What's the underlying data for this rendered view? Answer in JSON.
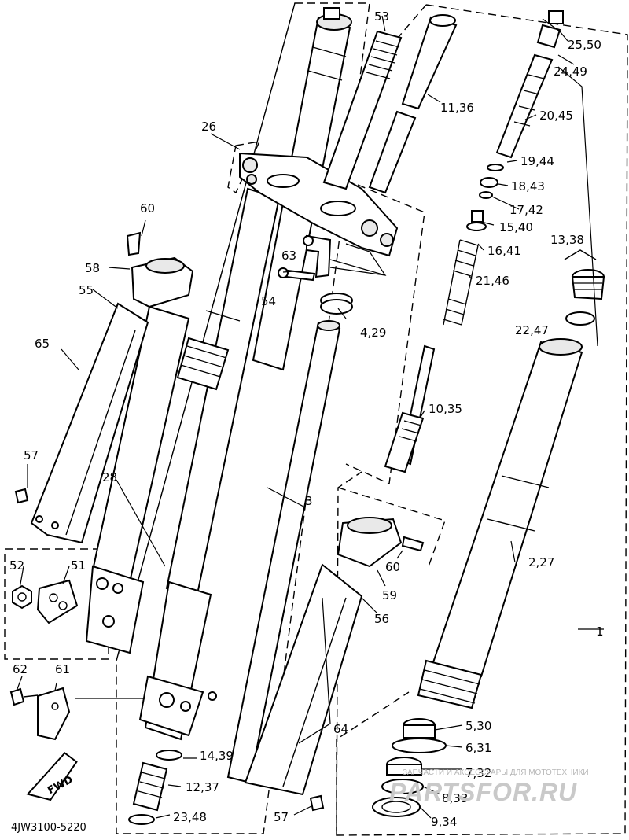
{
  "labels": {
    "p1": "1",
    "p2_27": "2,27",
    "p3": "3",
    "p4_29": "4,29",
    "p5_30": "5,30",
    "p6_31": "6,31",
    "p7_32": "7,32",
    "p8_33": "8,33",
    "p9_34": "9,34",
    "p10_35": "10,35",
    "p11_36": "11,36",
    "p12_37": "12,37",
    "p13_38": "13,38",
    "p14_39": "14,39",
    "p15_40": "15,40",
    "p16_41": "16,41",
    "p17_42": "17,42",
    "p18_43": "18,43",
    "p19_44": "19,44",
    "p20_45": "20,45",
    "p21_46": "21,46",
    "p22_47": "22,47",
    "p23_48": "23,48",
    "p24_49": "24,49",
    "p25_50": "25,50",
    "p26": "26",
    "p28": "28",
    "p51": "51",
    "p52": "52",
    "p53": "53",
    "p54": "54",
    "p55": "55",
    "p56": "56",
    "p57a": "57",
    "p57b": "57",
    "p58": "58",
    "p59": "59",
    "p60a": "60",
    "p60b": "60",
    "p61": "61",
    "p62": "62",
    "p63": "63",
    "p64": "64",
    "p65": "65"
  },
  "diagram_code": "4JW3100-5220",
  "fwd_label": "FWD",
  "watermark": {
    "tagline": "ЗАПЧАСТИ И АКСЕССУАРЫ ДЛЯ МОТОТЕХНИКИ",
    "brand": "PARTSFOR.RU"
  },
  "colors": {
    "line": "#000000",
    "background": "#ffffff",
    "watermark": "#c9c9c9"
  }
}
